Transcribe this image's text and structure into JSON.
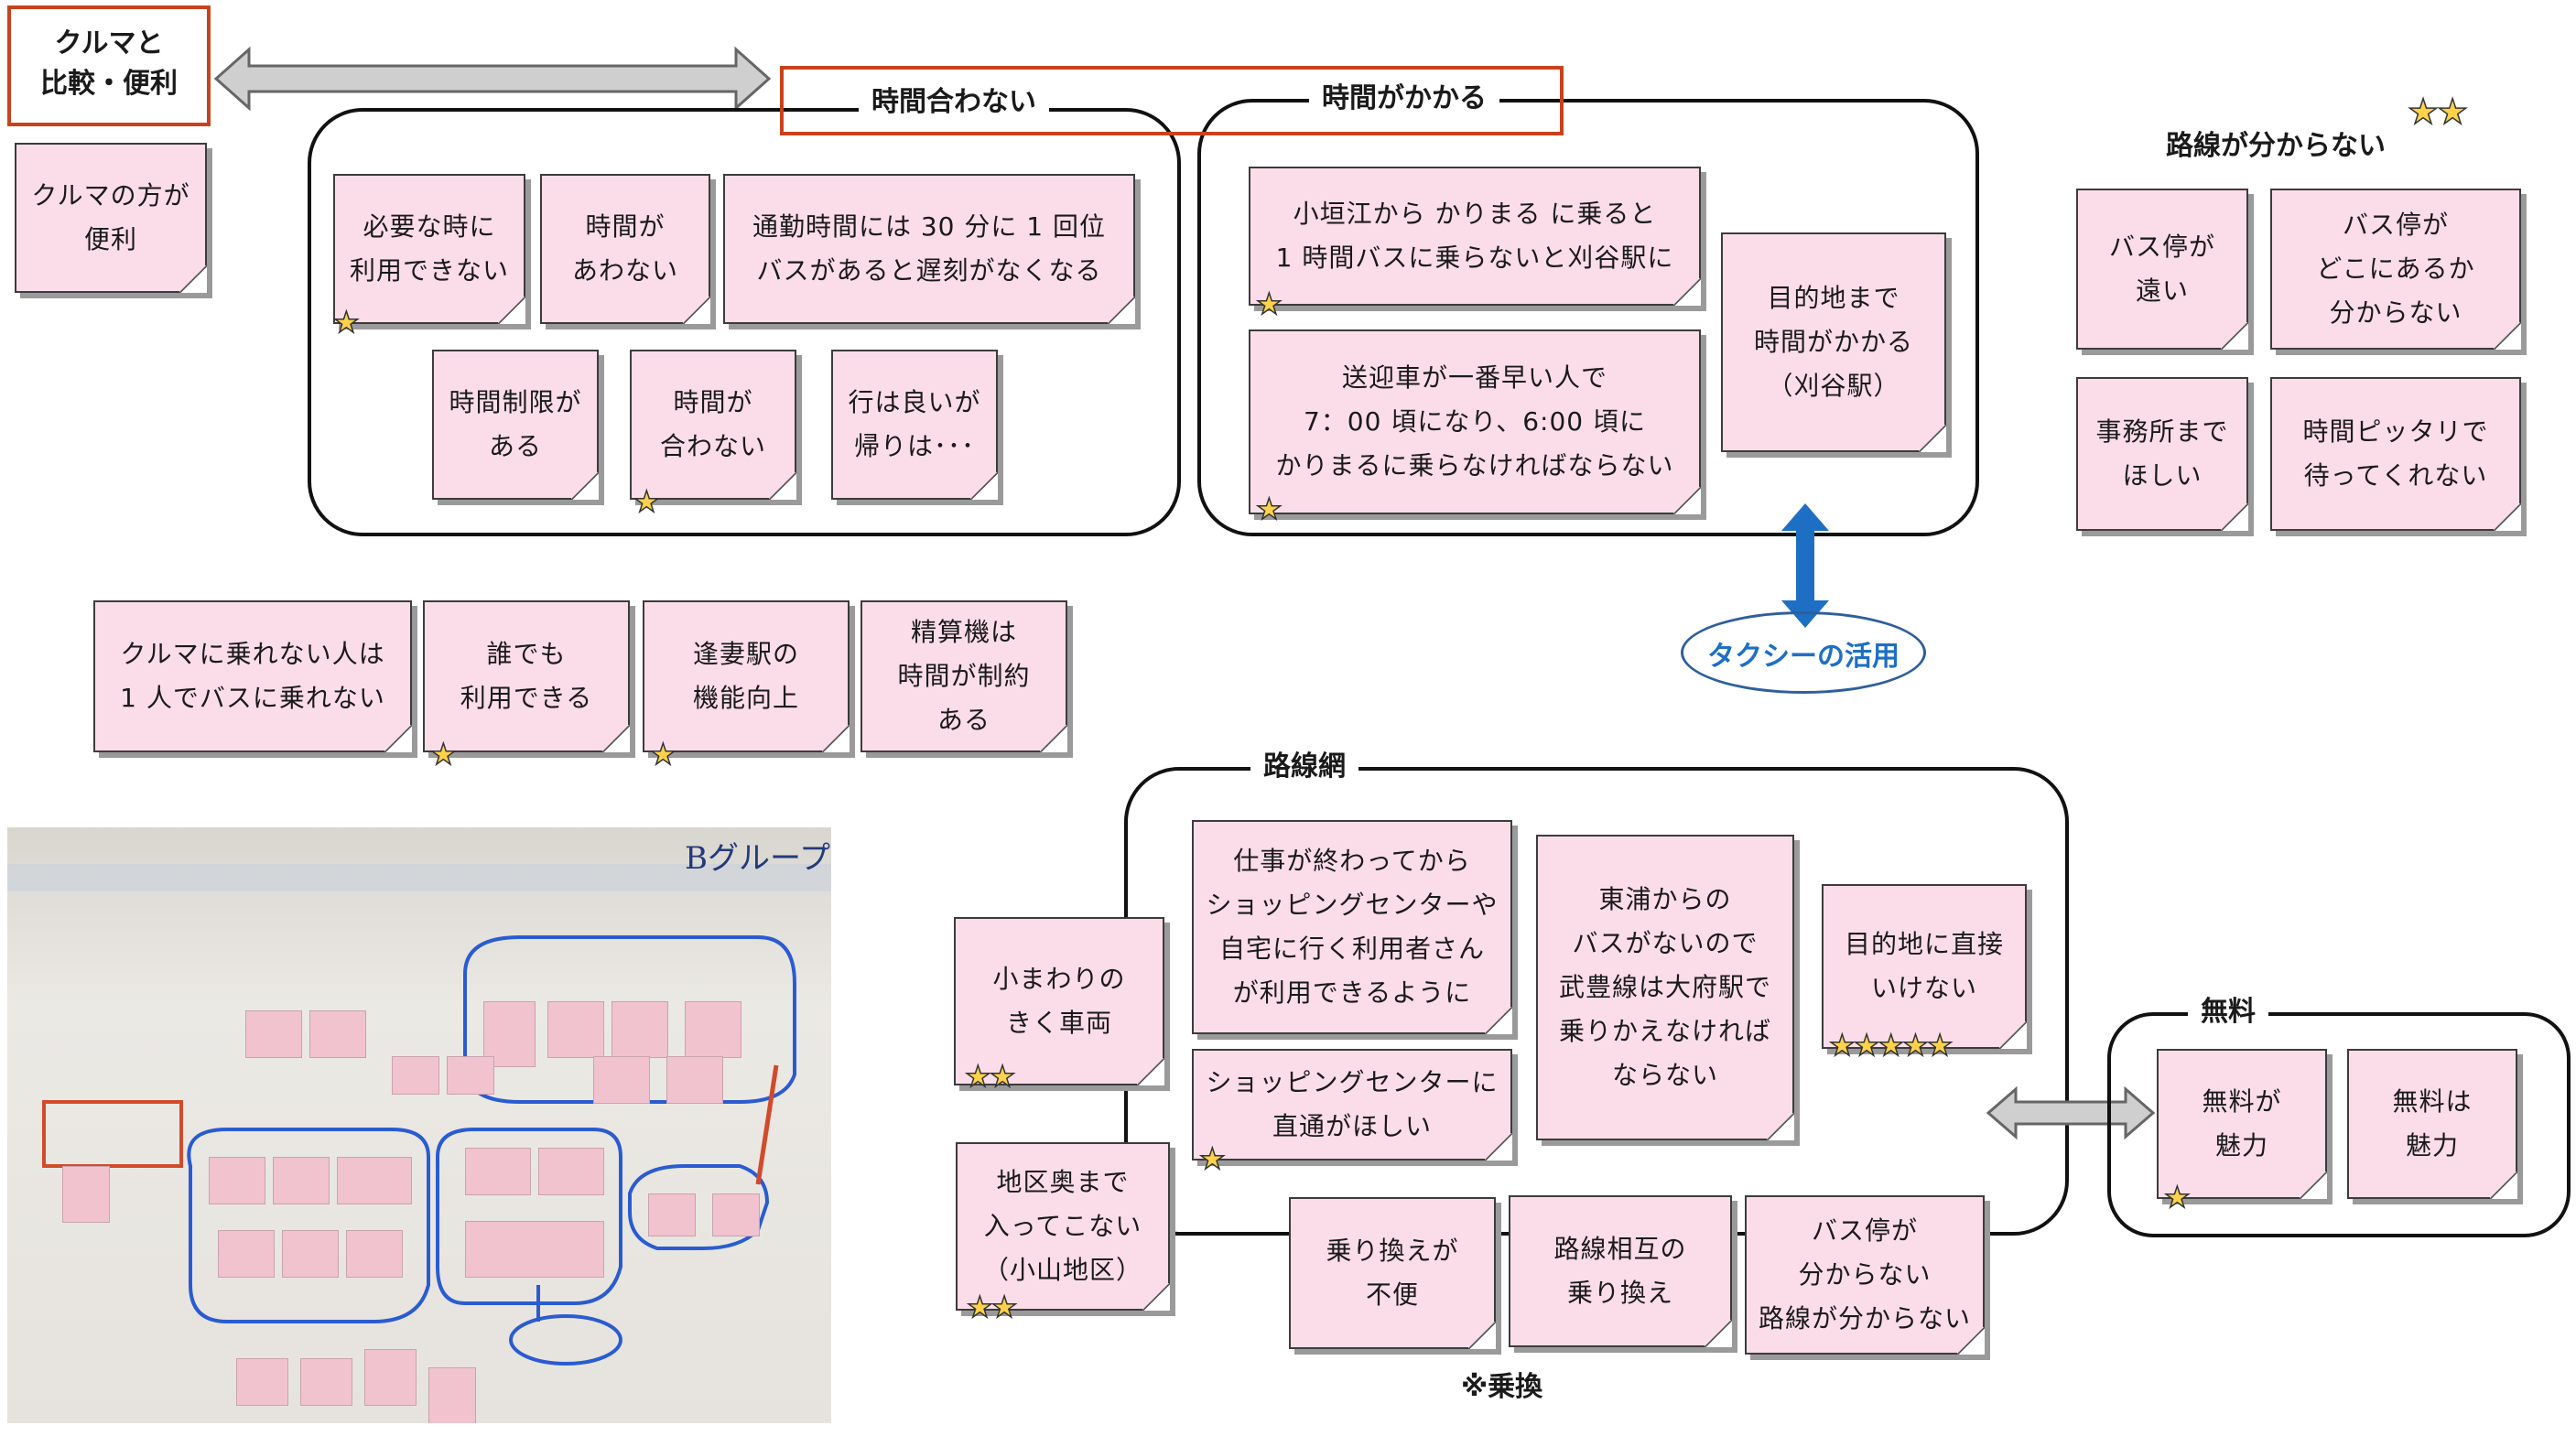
{
  "compare_box": {
    "label": "クルマと\n比較・便利"
  },
  "group_time_mismatch": {
    "title": "時間合わない"
  },
  "group_time_long": {
    "title": "時間がかかる"
  },
  "route_unknown": {
    "title": "路線が分からない",
    "stars": "★★"
  },
  "taxi": {
    "label": "タクシーの活用"
  },
  "group_network": {
    "title": "路線網"
  },
  "group_free": {
    "title": "無料"
  },
  "transfer": {
    "title": "※乗換"
  },
  "photo": {
    "group_label": "Bグループ"
  },
  "notes": {
    "car_convenient": "クルマの方が\n便利",
    "need_time": "必要な時に\n利用できない",
    "time_not_match": "時間が\nあわない",
    "commute": "通勤時間には 30 分に 1 回位\nバスがあると遅刻がなくなる",
    "time_limit": "時間制限が\nある",
    "time_not_match2": "時間が\n合わない",
    "go_ok": "行は良いが\n帰りは･･･",
    "ogakie": "小垣江から かりまる に乗ると\n1 時間バスに乗らないと刈谷駅に",
    "destination_time": "目的地まで\n時間がかかる\n（刈谷駅）",
    "pickup": "送迎車が一番早い人で\n7：00 頃になり、6:00 頃に\nかりまるに乗らなければならない",
    "busstop_far": "バス停が\n遠い",
    "busstop_where": "バス停が\nどこにあるか\n分からない",
    "office": "事務所まで\nほしい",
    "not_wait": "時間ピッタリで\n待ってくれない",
    "no_car": "クルマに乗れない人は\n1 人でバスに乗れない",
    "anyone": "誰でも\n利用できる",
    "oobu": "逢妻駅の\n機能向上",
    "fare_machine": "精算機は\n時間が制約\nある",
    "small_vehicle": "小まわりの\nきく車両",
    "after_work": "仕事が終わってから\nショッピングセンターや\n自宅に行く利用者さん\nが利用できるように",
    "higashiura": "東浦からの\nバスがないので\n武豊線は大府駅で\n乗りかえなければ\nならない",
    "direct_dest": "目的地に直接\nいけない",
    "shopping_direct": "ショッピングセンターに\n直通がほしい",
    "district": "地区奥まで\n入ってこない\n（小山地区）",
    "transfer_inconvenient": "乗り換えが\n不便",
    "route_transfer": "路線相互の\n乗り換え",
    "stop_unknown": "バス停が\n分からない\n路線が分からない",
    "free_attractive": "無料が\n魅力",
    "free_is_attractive": "無料は\n魅力"
  },
  "stars": {
    "one": "★",
    "two": "★★",
    "five": "★★★★★"
  },
  "colors": {
    "note": "#fbdde9",
    "red_frame": "#c8431c",
    "blue_arrow": "#1e6fc4",
    "gray_arrow": "#cccccc"
  }
}
